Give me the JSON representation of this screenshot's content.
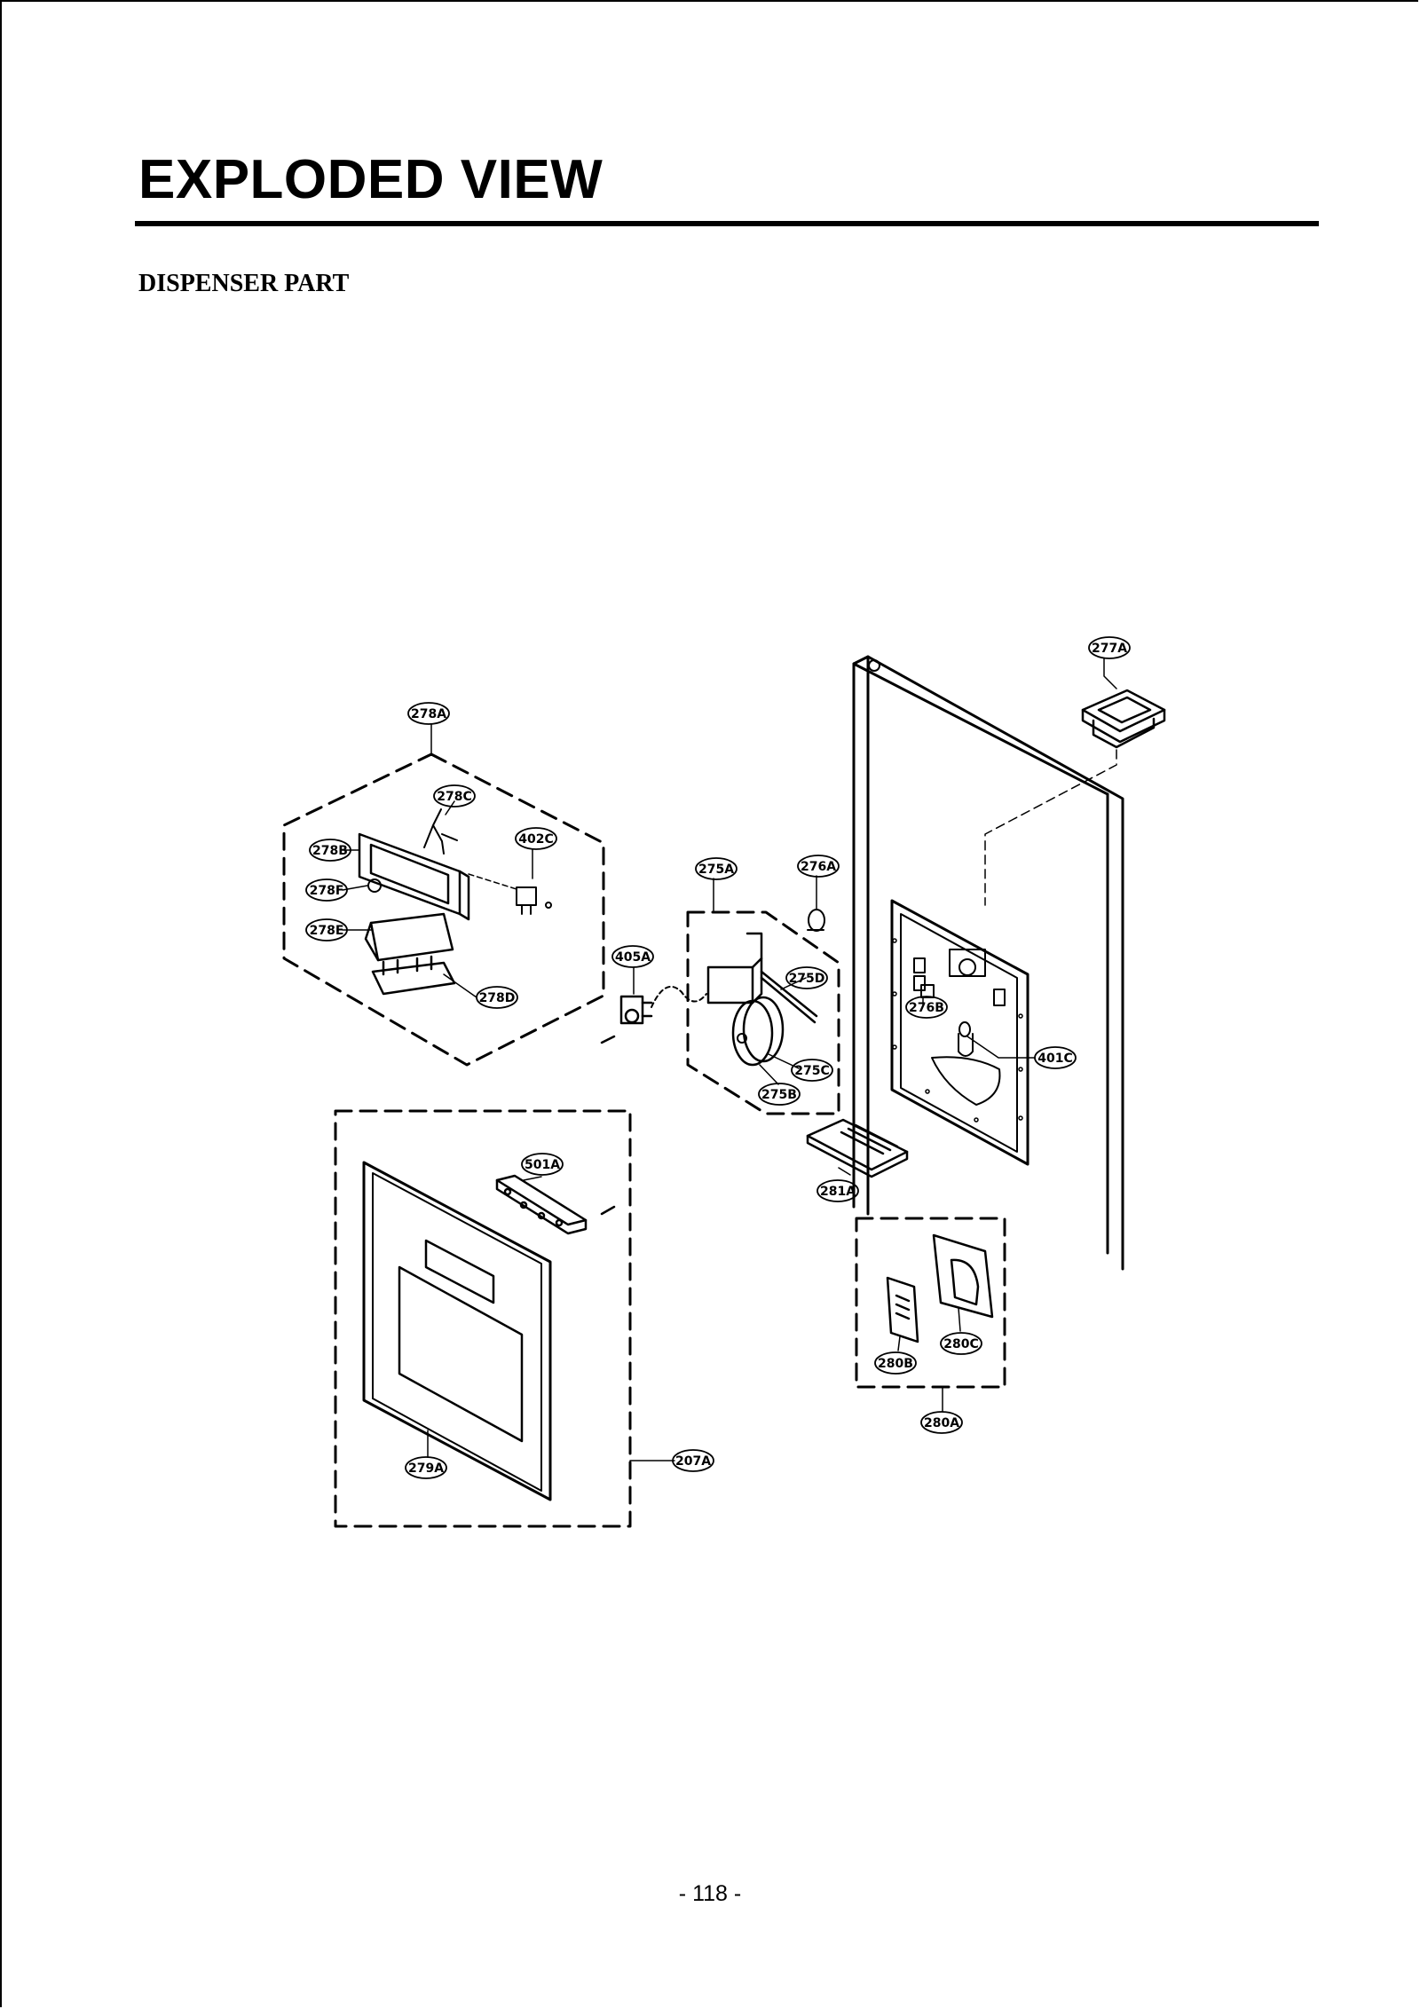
{
  "header": {
    "title": "EXPLODED VIEW"
  },
  "section": {
    "title": "DISPENSER PART"
  },
  "footer": {
    "page_number": "- 118 -"
  },
  "diagram": {
    "callouts": {
      "c277A": "277A",
      "c278A": "278A",
      "c278C": "278C",
      "c278B": "278B",
      "c402C": "402C",
      "c278F": "278F",
      "c278E": "278E",
      "c278D": "278D",
      "c275A": "275A",
      "c276A": "276A",
      "c405A": "405A",
      "c275D": "275D",
      "c276B": "276B",
      "c401C": "401C",
      "c275C": "275C",
      "c275B": "275B",
      "c501A": "501A",
      "c281A": "281A",
      "c280C": "280C",
      "c280B": "280B",
      "c280A": "280A",
      "c207A": "207A",
      "c279A": "279A"
    }
  }
}
